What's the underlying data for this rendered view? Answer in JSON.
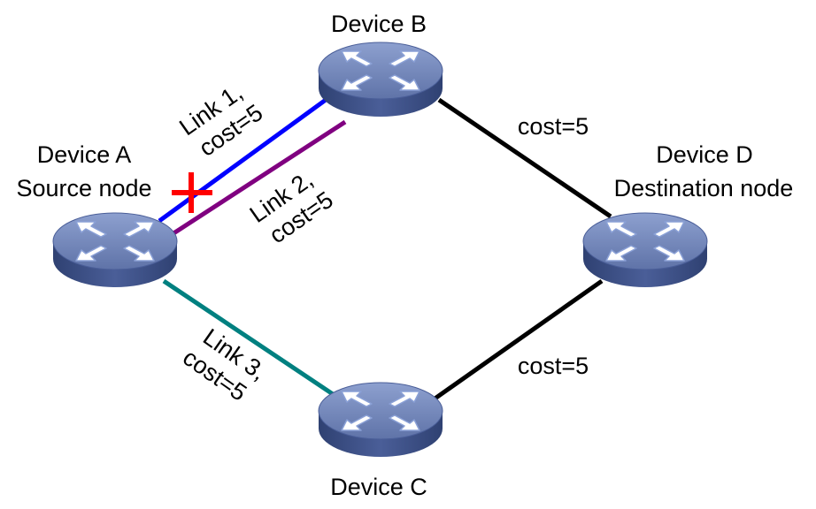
{
  "devices": {
    "a": {
      "name": "Device A",
      "role": "Source node"
    },
    "b": {
      "name": "Device B"
    },
    "c": {
      "name": "Device C"
    },
    "d": {
      "name": "Device D",
      "role": "Destination node"
    }
  },
  "links": {
    "link1": {
      "name": "Link 1,",
      "cost": "cost=5",
      "color": "#0000ff",
      "status": "failed"
    },
    "link2": {
      "name": "Link 2,",
      "cost": "cost=5",
      "color": "#800080"
    },
    "link3": {
      "name": "Link 3,",
      "cost": "cost=5",
      "color": "#008080"
    },
    "b_d": {
      "cost": "cost=5",
      "color": "#000000"
    },
    "c_d": {
      "cost": "cost=5",
      "color": "#000000"
    }
  },
  "colors": {
    "router_top": "#6f83b7",
    "router_side": "#3c4f86",
    "failure_mark": "#ff0000"
  },
  "icons": {
    "router": "router-icon",
    "failure": "red-cross-icon"
  }
}
